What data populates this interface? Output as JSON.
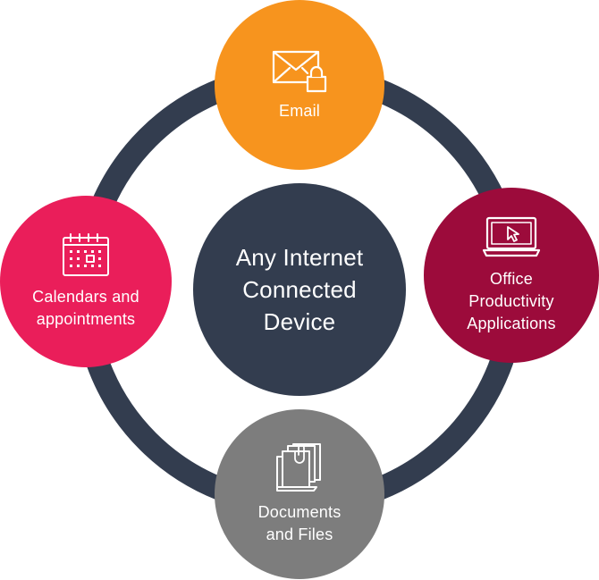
{
  "diagram": {
    "center": {
      "label": "Any Internet\nConnected\nDevice"
    },
    "nodes": {
      "email": {
        "label": "Email",
        "icon": "envelope-lock-icon"
      },
      "office": {
        "label": "Office\nProductivity\nApplications",
        "icon": "laptop-cursor-icon"
      },
      "calendar": {
        "label": "Calendars and\nappointments",
        "icon": "calendar-icon"
      },
      "docs": {
        "label": "Documents\nand Files",
        "icon": "documents-icon"
      }
    },
    "colors": {
      "ring": "#333d4f",
      "center": "#333d4f",
      "email": "#f7941e",
      "office": "#9c0b3b",
      "calendar": "#ea1e5a",
      "docs": "#7d7d7d"
    }
  }
}
